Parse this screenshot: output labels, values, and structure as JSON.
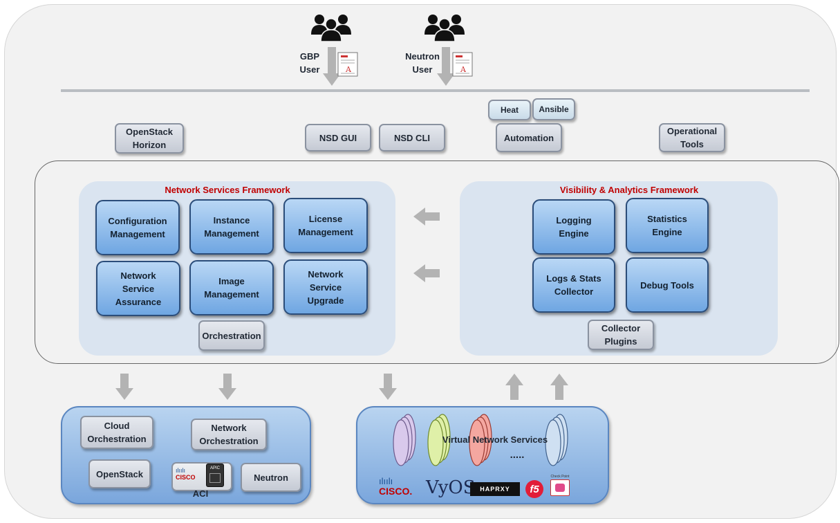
{
  "users": [
    {
      "label_line1": "GBP",
      "label_line2": "User"
    },
    {
      "label_line1": "Neutron",
      "label_line2": "User"
    }
  ],
  "top_tools": {
    "openstack_horizon": [
      "OpenStack",
      "Horizon"
    ],
    "nsd_gui": "NSD GUI",
    "nsd_cli": "NSD CLI",
    "heat": "Heat",
    "ansible": "Ansible",
    "automation": "Automation",
    "operational_tools": [
      "Operational",
      "Tools"
    ]
  },
  "network_services_framework": {
    "title": "Network Services Framework",
    "modules": [
      [
        "Configuration",
        "Management"
      ],
      [
        "Instance",
        "Management"
      ],
      [
        "License",
        "Management"
      ],
      [
        "Network",
        "Service",
        "Assurance"
      ],
      [
        "Image",
        "Management"
      ],
      [
        "Network",
        "Service",
        "Upgrade"
      ]
    ],
    "orchestration": "Orchestration"
  },
  "visibility_framework": {
    "title": "Visibility & Analytics Framework",
    "modules": [
      [
        "Logging",
        "Engine"
      ],
      [
        "Statistics",
        "Engine"
      ],
      [
        "Logs & Stats",
        "Collector"
      ],
      [
        "Debug Tools"
      ]
    ],
    "collector_plugins": [
      "Collector",
      "Plugins"
    ]
  },
  "orchestration_panel": {
    "cloud_orchestration": [
      "Cloud",
      "Orchestration"
    ],
    "network_orchestration": [
      "Network",
      "Orchestration"
    ],
    "openstack": "OpenStack",
    "neutron": "Neutron",
    "aci": "ACI",
    "cisco_logo": "CISCO",
    "apic_label": "APIC"
  },
  "vns_panel": {
    "title": "Virtual Network Services",
    "ellipsis": ".....",
    "vendors": {
      "cisco": "CISCO.",
      "vyos": "VyOS",
      "haproxy": "HAPRXY",
      "f5": "f5",
      "checkpoint": "Check Point"
    }
  },
  "colors": {
    "framework_title": "#c00000",
    "blue_module_top": "#b9d7f5",
    "blue_module_bottom": "#6fa6e2",
    "panel_bg": "#dae4f0",
    "arrow": "#b3b3b3"
  }
}
